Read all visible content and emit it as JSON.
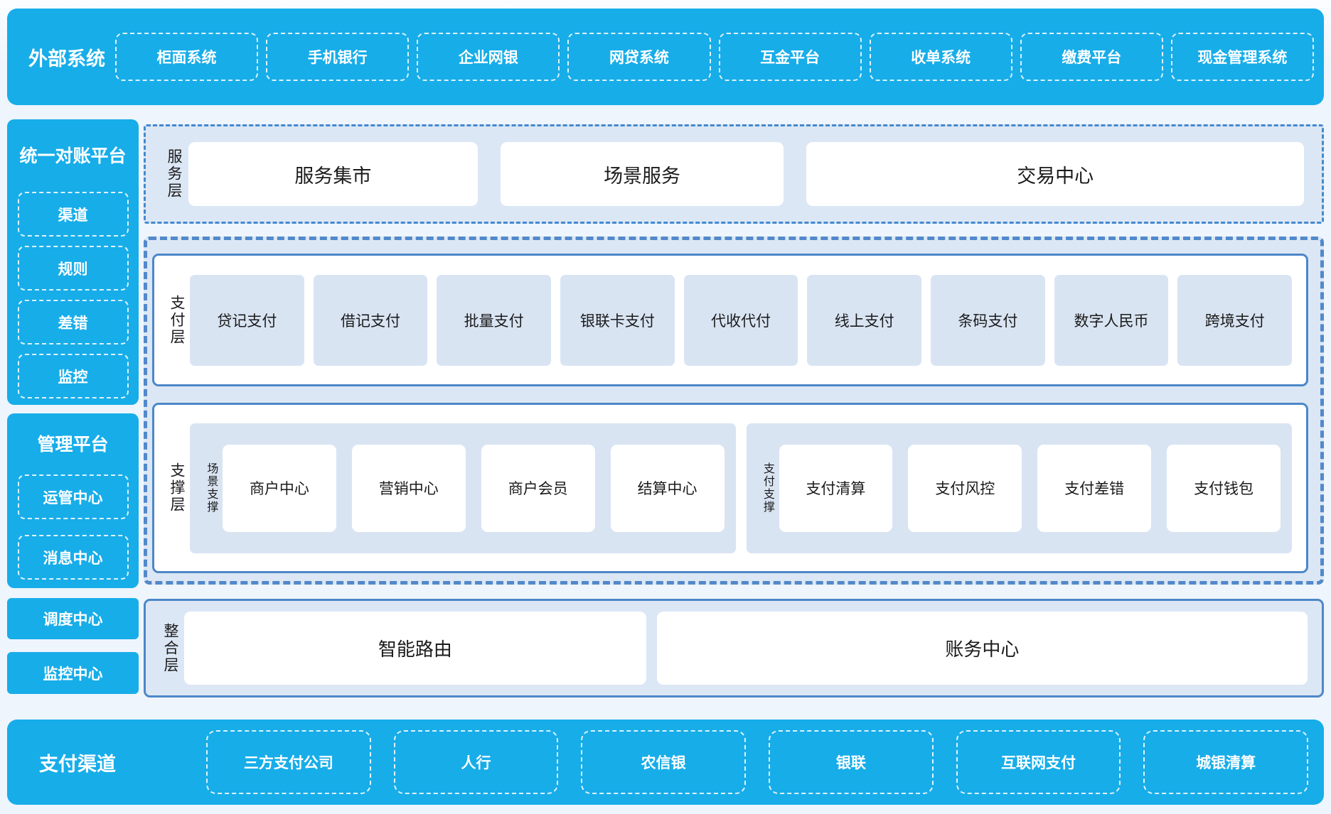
{
  "external_systems": {
    "title": "外部系统",
    "items": [
      "柜面系统",
      "手机银行",
      "企业网银",
      "网贷系统",
      "互金平台",
      "收单系统",
      "缴费平台",
      "现金管理系统"
    ]
  },
  "sidebar": {
    "reconciliation": {
      "title": "统一对账平台",
      "items": [
        "渠道",
        "规则",
        "差错",
        "监控"
      ]
    },
    "management": {
      "title": "管理平台",
      "items": [
        "运管中心",
        "消息中心"
      ]
    },
    "standalone": [
      "调度中心",
      "监控中心"
    ]
  },
  "layers": {
    "service": {
      "label": "服务层",
      "items": [
        "服务集市",
        "场景服务",
        "交易中心"
      ]
    },
    "payment": {
      "label": "支付层",
      "items": [
        "贷记支付",
        "借记支付",
        "批量支付",
        "银联卡支付",
        "代收代付",
        "线上支付",
        "条码支付",
        "数字人民币",
        "跨境支付"
      ]
    },
    "support": {
      "label": "支撑层",
      "groups": [
        {
          "label": "场景支撑",
          "items": [
            "商户中心",
            "营销中心",
            "商户会员",
            "结算中心"
          ]
        },
        {
          "label": "支付支撑",
          "items": [
            "支付清算",
            "支付风控",
            "支付差错",
            "支付钱包"
          ]
        }
      ]
    },
    "integration": {
      "label": "整合层",
      "items": [
        "智能路由",
        "账务中心"
      ]
    }
  },
  "payment_channels": {
    "title": "支付渠道",
    "items": [
      "三方支付公司",
      "人行",
      "农信银",
      "银联",
      "互联网支付",
      "城银清算"
    ]
  },
  "colors": {
    "accent_blue": "#17ade9",
    "panel_blue": "#dce7f5",
    "item_blue": "#d9e4f3",
    "border_blue": "#4c87c8",
    "page_background": "#eef5fc",
    "text_dark": "#1b1b1b"
  }
}
